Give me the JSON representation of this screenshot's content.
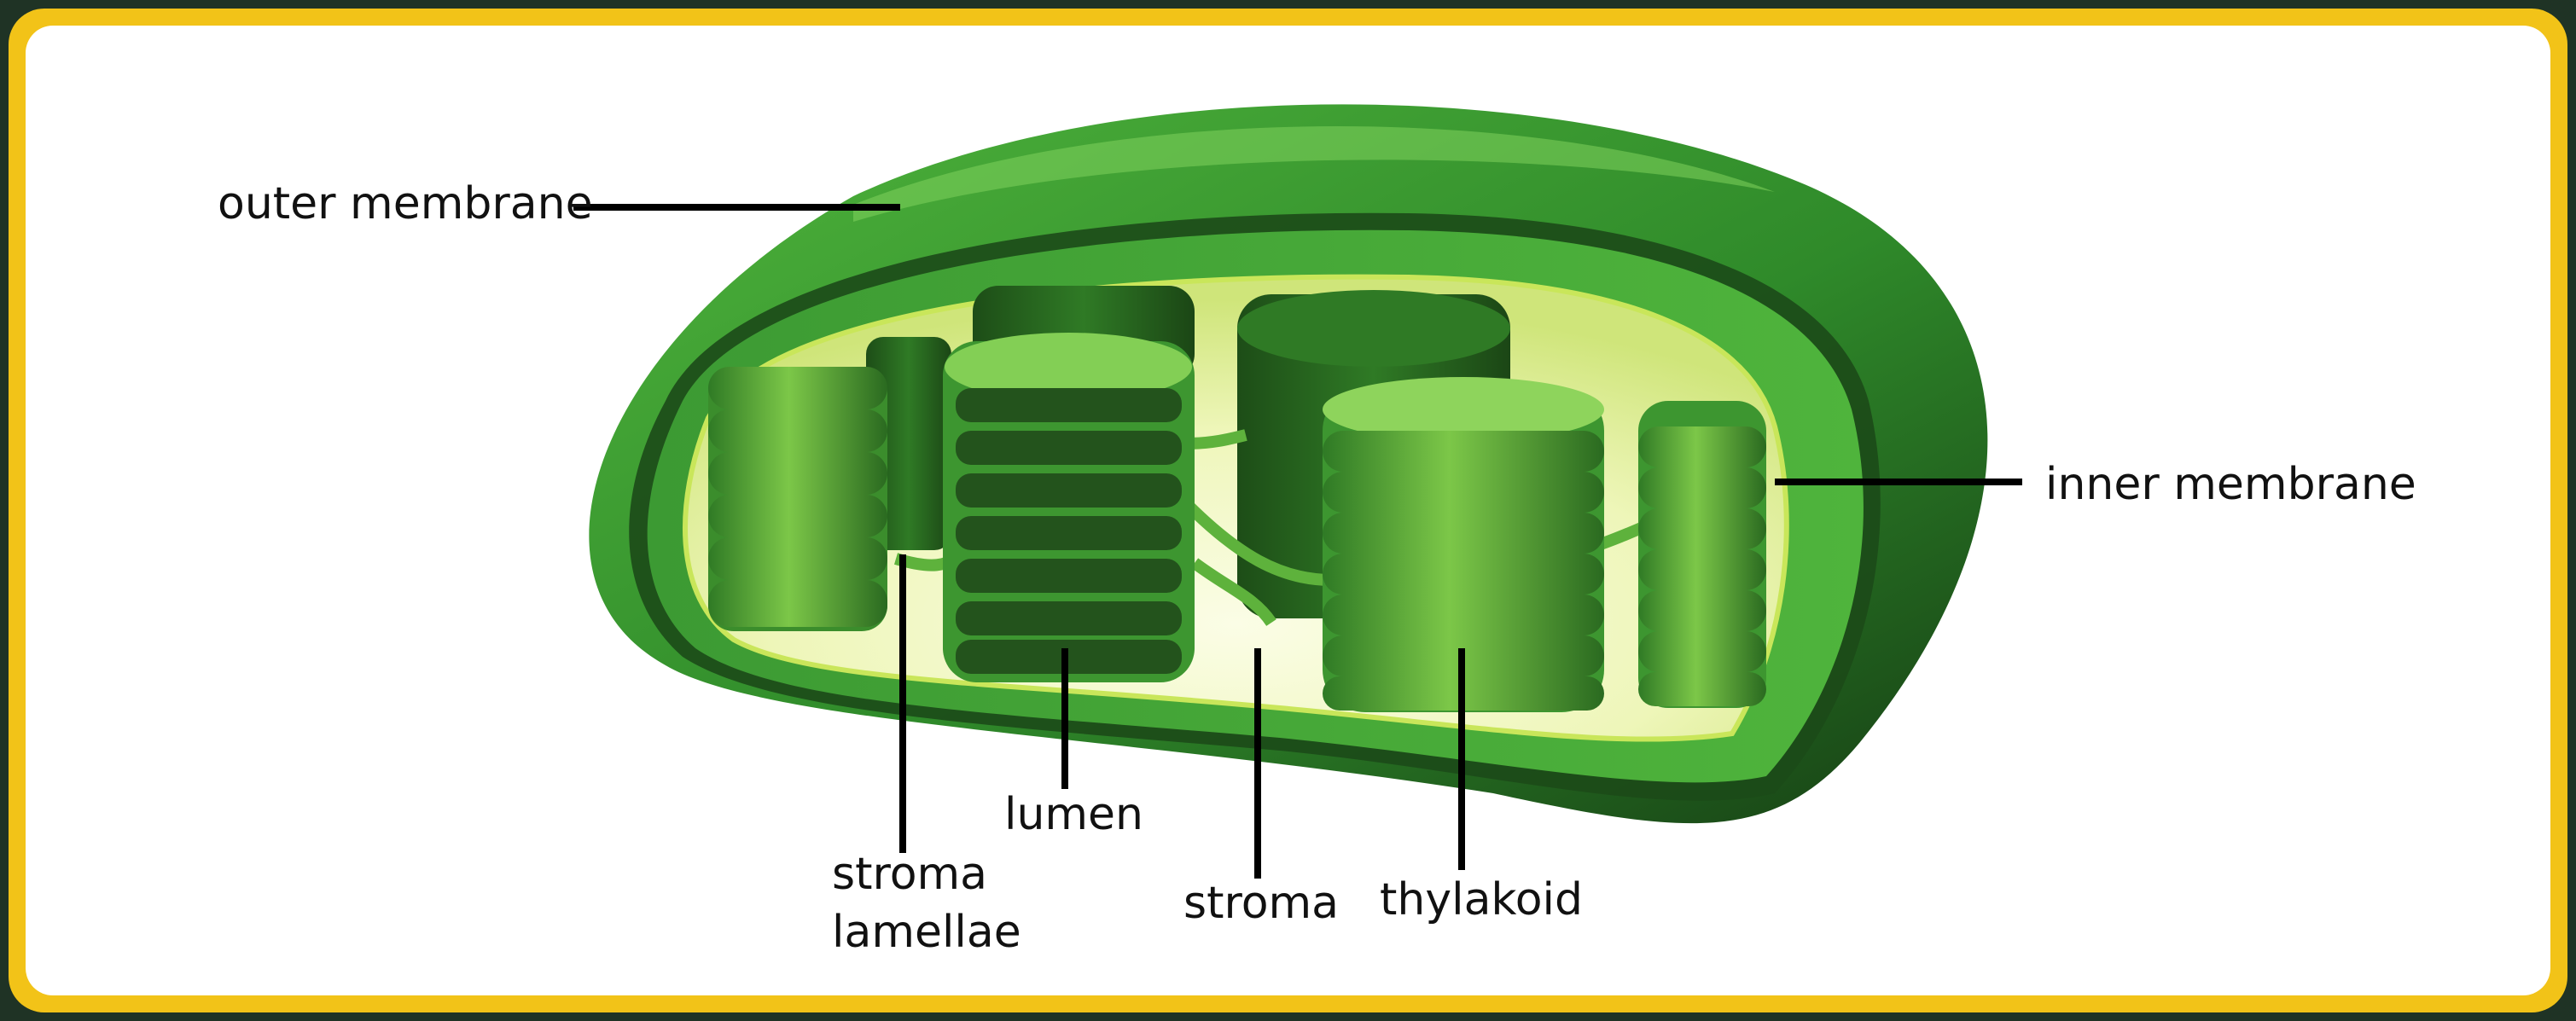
{
  "labels": {
    "outer_membrane": "outer membrane",
    "inner_membrane": "inner membrane",
    "stroma_lamellae_line1": "stroma",
    "stroma_lamellae_line2": "lamellae",
    "lumen": "lumen",
    "stroma": "stroma",
    "thylakoid": "thylakoid"
  },
  "colors": {
    "background": "#1f3325",
    "frame": "#f2c318",
    "panel": "#ffffff",
    "outer_membrane": "#2f8a2a",
    "inner_membrane": "#3fa537",
    "stroma": "#e9f3a3",
    "granum_light": "#6fbb3f",
    "granum_dark": "#2b6f22",
    "label_line": "#000000"
  }
}
